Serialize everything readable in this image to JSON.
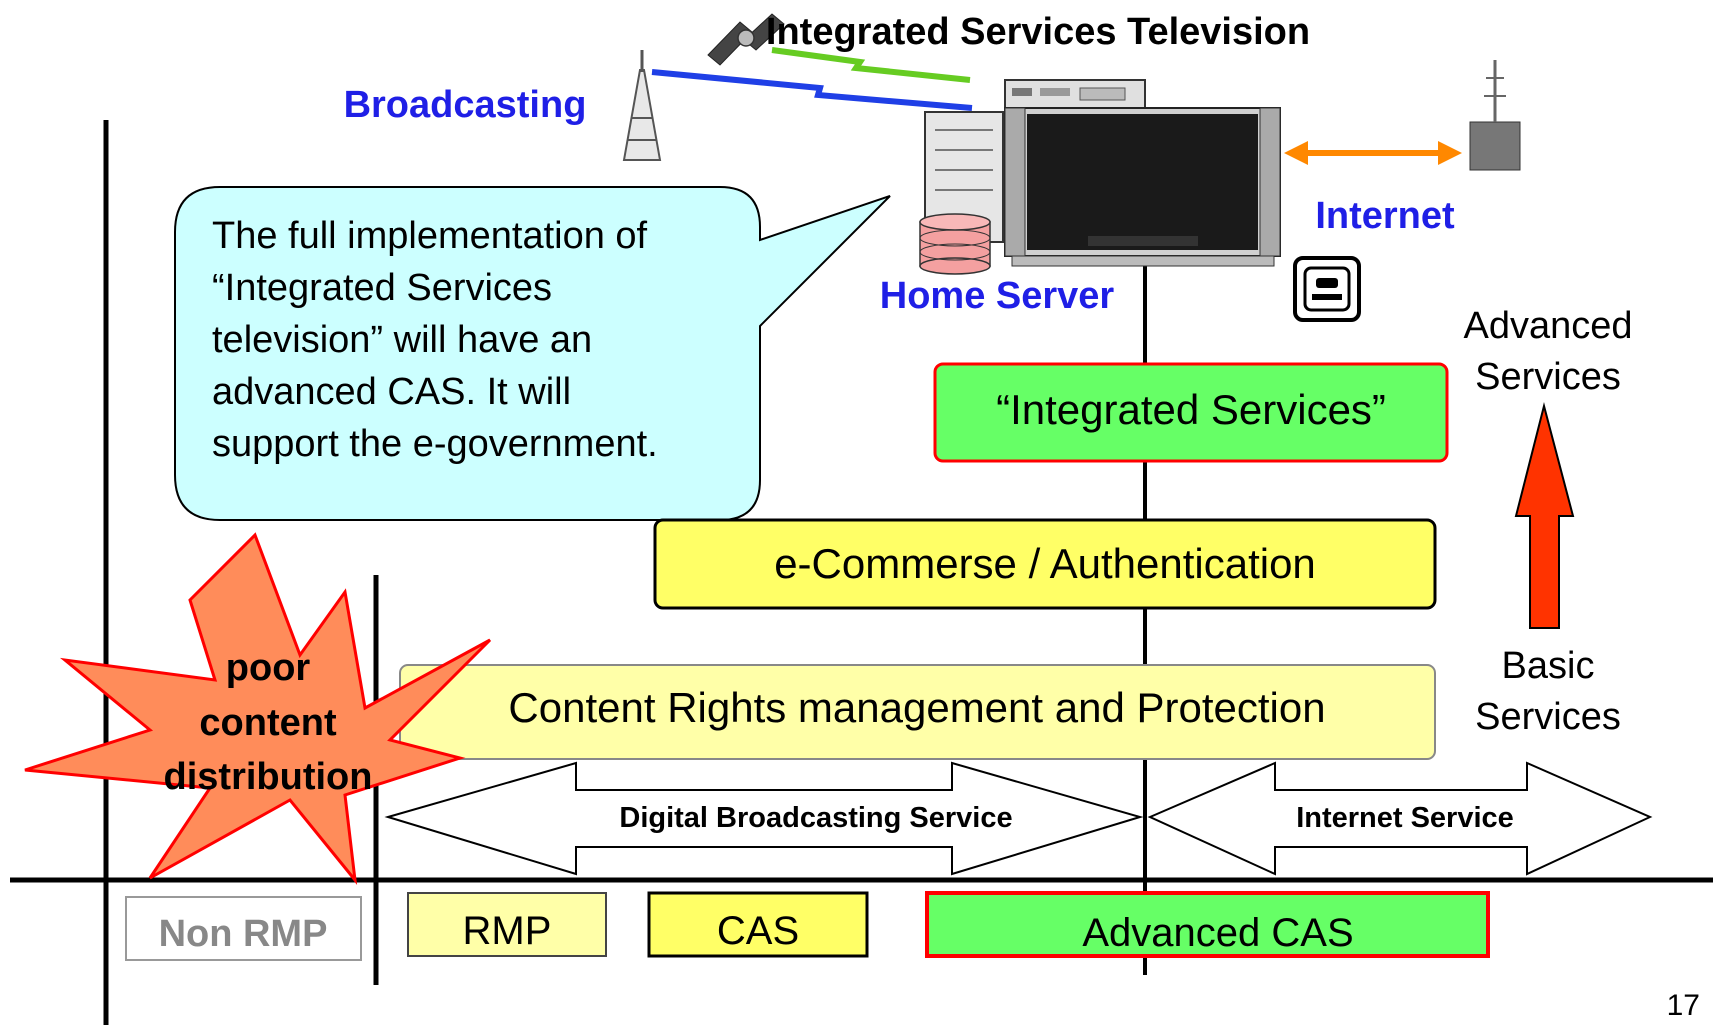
{
  "header": {
    "title": "Integrated Services Television",
    "broadcasting": "Broadcasting",
    "internet": "Internet",
    "home_server": "Home Server"
  },
  "callout": {
    "lines": [
      "The full implementation of",
      "“Integrated Services",
      "television” will have an",
      "advanced CAS. It will",
      "support the e-government."
    ]
  },
  "layers": {
    "integrated": "“Integrated Services”",
    "ecommerce": "e-Commerse / Authentication",
    "content_rights": "Content Rights management and Protection"
  },
  "side": {
    "advanced": [
      "Advanced",
      "Services"
    ],
    "basic": [
      "Basic",
      "Services"
    ]
  },
  "burst": {
    "lines": [
      "poor",
      "content",
      "distribution"
    ]
  },
  "service_arrows": {
    "digital": "Digital Broadcasting Service",
    "internet": "Internet Service"
  },
  "bottom_boxes": {
    "non_rmp": "Non RMP",
    "rmp": "RMP",
    "cas": "CAS",
    "advanced_cas": "Advanced CAS"
  },
  "page_number": "17",
  "colors": {
    "blue_label": "#1f1fe6",
    "green_box": "#66ff66",
    "yellow_box": "#ffff66",
    "light_yellow_box": "#ffffa8",
    "red_border": "#ff0000",
    "callout_fill": "#ccffff",
    "burst_fill": "#ff8c5a",
    "up_arrow": "#ff3300",
    "orange_link": "#ff8800"
  }
}
